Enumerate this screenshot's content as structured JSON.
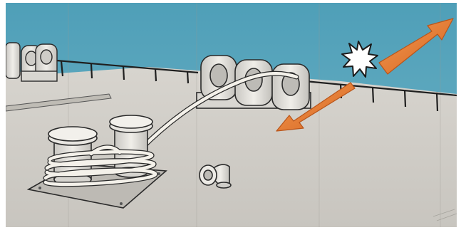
{
  "scene": {
    "description_icon_names": [
      "mooring-bollard",
      "fairlead-chock",
      "mooring-rope",
      "tension-arrow",
      "snap-burst-icon",
      "deck-pipe-elbow",
      "deck-railing"
    ],
    "colors": {
      "sky": "#5aa6bd",
      "deck": "#cfccc6",
      "line": "#2a2a2a",
      "arrow": "#e8782e",
      "arrow_dark": "#b9551a",
      "rope": "#f4f1ea",
      "metal": "#e6e4df"
    }
  }
}
